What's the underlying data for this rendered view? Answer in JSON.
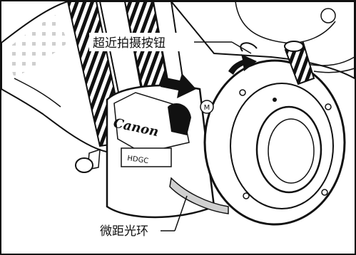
{
  "callouts": {
    "macro_button": "超近拍摄按钮",
    "macro_ring": "微距光环"
  },
  "lens_markings": {
    "brand": "Canon",
    "series": "HDGC",
    "macro_badge": "M"
  },
  "colors": {
    "ink": "#111111",
    "paper": "#ffffff",
    "shade": "#d0d0d0"
  }
}
